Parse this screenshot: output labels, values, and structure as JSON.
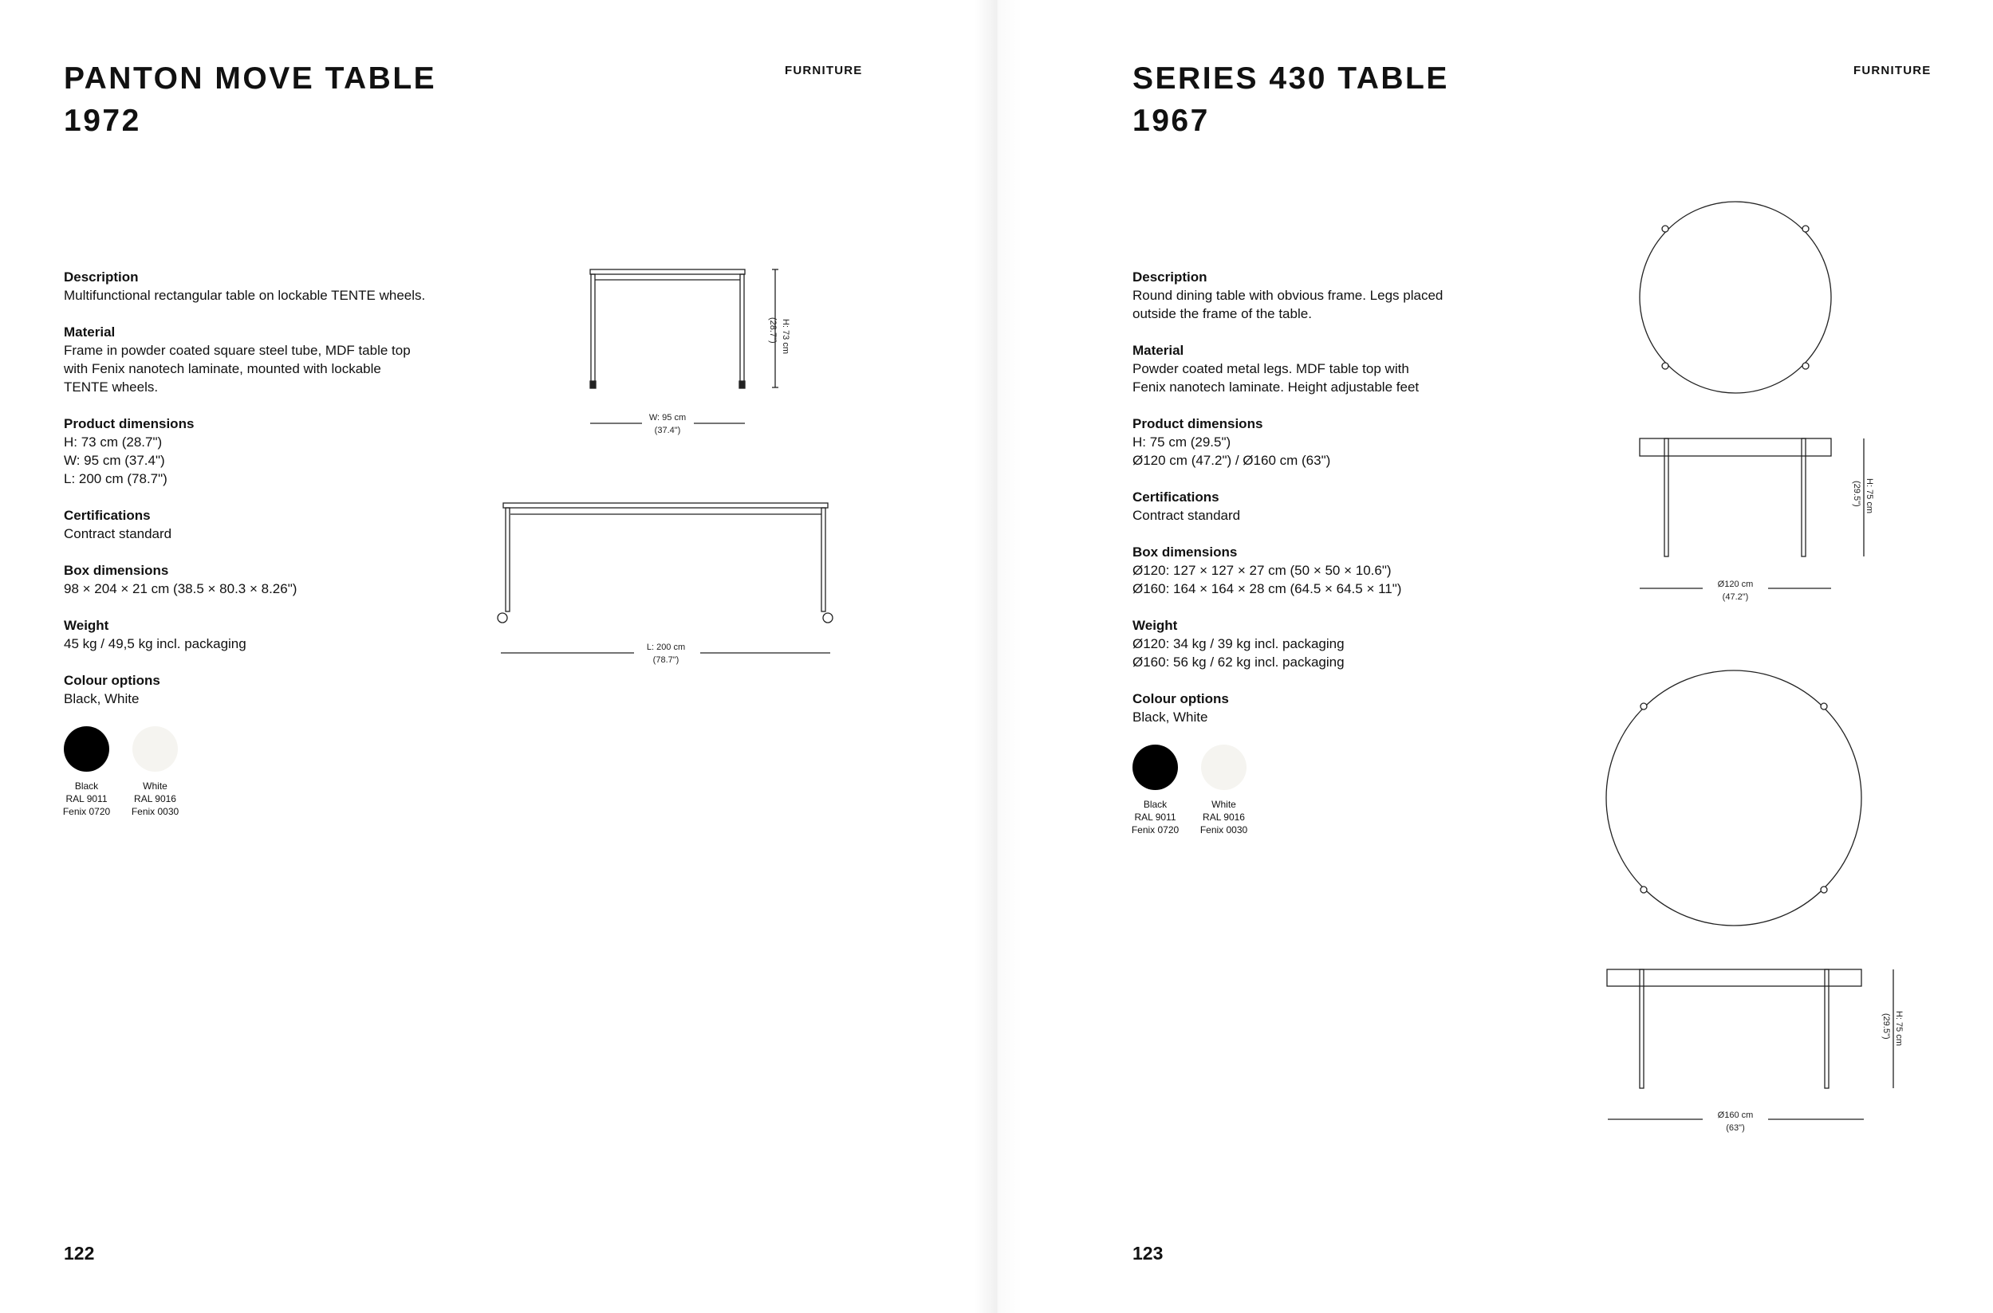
{
  "left": {
    "title_line1": "PANTON MOVE TABLE",
    "title_line2": "1972",
    "category": "FURNITURE",
    "page_number": "122",
    "sections": {
      "description": {
        "heading": "Description",
        "lines": [
          "Multifunctional rectangular table on lockable TENTE wheels."
        ]
      },
      "material": {
        "heading": "Material",
        "lines": [
          "Frame in powder coated square steel tube, MDF table top",
          "with Fenix nanotech laminate, mounted with lockable",
          "TENTE wheels."
        ]
      },
      "product_dimensions": {
        "heading": "Product dimensions",
        "lines": [
          "H: 73 cm (28.7\")",
          "W: 95 cm (37.4\")",
          "L: 200 cm (78.7\")"
        ]
      },
      "certifications": {
        "heading": "Certifications",
        "lines": [
          "Contract standard"
        ]
      },
      "box_dimensions": {
        "heading": "Box dimensions",
        "lines": [
          "98 × 204 × 21 cm (38.5 × 80.3 × 8.26\")"
        ]
      },
      "weight": {
        "heading": "Weight",
        "lines": [
          "45 kg / 49,5 kg incl. packaging"
        ]
      },
      "colour_options": {
        "heading": "Colour options",
        "lines": [
          "Black, White"
        ]
      }
    },
    "swatches": [
      {
        "name": "Black",
        "ral": "RAL 9011",
        "fenix": "Fenix 0720",
        "color": "#000000"
      },
      {
        "name": "White",
        "ral": "RAL 9016",
        "fenix": "Fenix 0030",
        "color": "#f5f4f0"
      }
    ],
    "drawings": {
      "height_label": "H: 73 cm",
      "height_label_in": "(28.7\")",
      "width_label": "W: 95 cm",
      "width_label_in": "(37.4\")",
      "length_label": "L: 200 cm",
      "length_label_in": "(78.7\")"
    }
  },
  "right": {
    "title_line1": "SERIES 430 TABLE",
    "title_line2": "1967",
    "category": "FURNITURE",
    "page_number": "123",
    "sections": {
      "description": {
        "heading": "Description",
        "lines": [
          "Round dining table with obvious frame. Legs placed",
          "outside the frame of the table."
        ]
      },
      "material": {
        "heading": "Material",
        "lines": [
          "Powder coated metal legs. MDF table top with",
          "Fenix nanotech laminate. Height adjustable feet"
        ]
      },
      "product_dimensions": {
        "heading": "Product dimensions",
        "lines": [
          "H: 75 cm (29.5\")",
          "Ø120 cm (47.2\") / Ø160 cm (63\")"
        ]
      },
      "certifications": {
        "heading": "Certifications",
        "lines": [
          "Contract standard"
        ]
      },
      "box_dimensions": {
        "heading": "Box dimensions",
        "lines": [
          "Ø120: 127 × 127 × 27 cm (50 × 50 × 10.6\")",
          "Ø160: 164 × 164 × 28 cm (64.5 × 64.5 × 11\")"
        ]
      },
      "weight": {
        "heading": "Weight",
        "lines": [
          "Ø120: 34 kg / 39 kg incl. packaging",
          "Ø160: 56 kg / 62 kg incl. packaging"
        ]
      },
      "colour_options": {
        "heading": "Colour options",
        "lines": [
          "Black, White"
        ]
      }
    },
    "swatches": [
      {
        "name": "Black",
        "ral": "RAL 9011",
        "fenix": "Fenix 0720",
        "color": "#000000"
      },
      {
        "name": "White",
        "ral": "RAL 9016",
        "fenix": "Fenix 0030",
        "color": "#f5f4f0"
      }
    ],
    "drawings": {
      "small_height_label": "H: 75 cm",
      "small_height_label_in": "(29.5\")",
      "small_diameter_label": "Ø120 cm",
      "small_diameter_label_in": "(47.2\")",
      "large_height_label": "H: 75 cm",
      "large_height_label_in": "(29.5\")",
      "large_diameter_label": "Ø160 cm",
      "large_diameter_label_in": "(63\")"
    }
  }
}
